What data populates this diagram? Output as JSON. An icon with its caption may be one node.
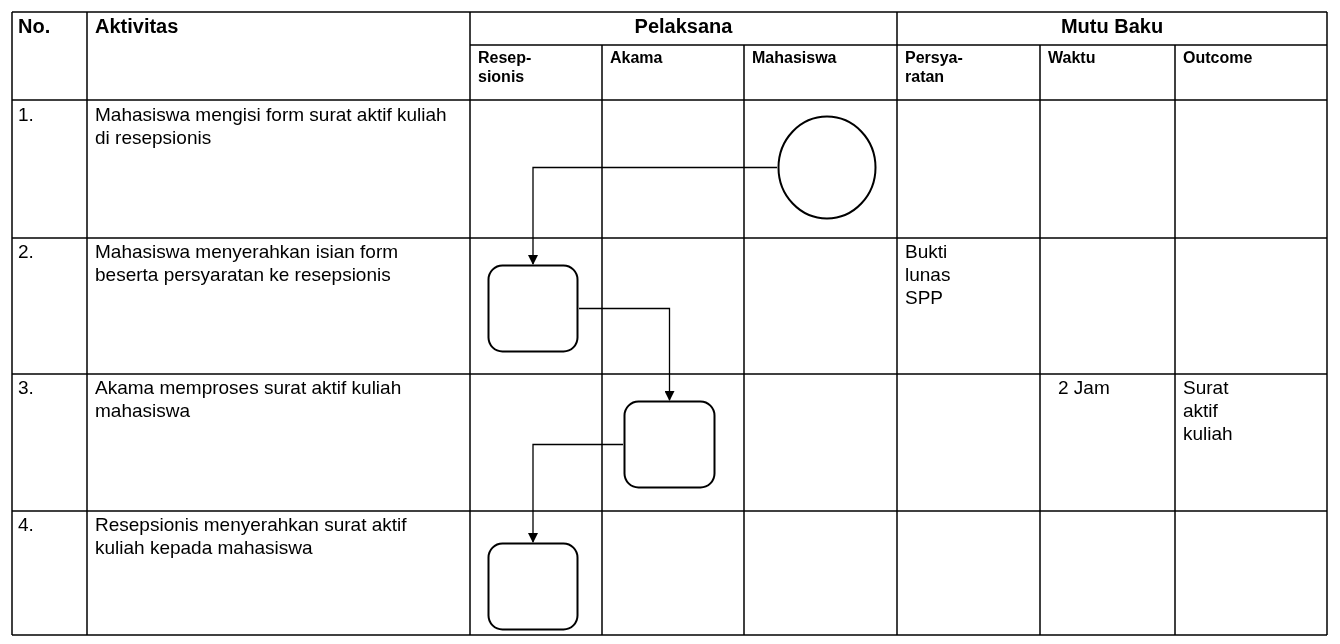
{
  "diagram": {
    "nodes": [
      {
        "text": [],
        "shape": "circle"
      },
      {
        "text": [],
        "shape": "box"
      },
      {
        "text": [],
        "shape": "box"
      },
      {
        "text": [],
        "shape": "box"
      }
    ],
    "edges": [
      {
        "from": 0,
        "to": 1,
        "arrow": "to"
      },
      {
        "from": 1,
        "to": 2,
        "arrow": "to"
      },
      {
        "from": 2,
        "to": 3,
        "arrow": "to"
      }
    ],
    "labels": [
      "No.",
      "Aktivitas",
      "Pelaksana",
      "Mutu Baku",
      "Resep- sionis",
      "Akama",
      "Mahasiswa",
      "Persya- ratan",
      "Waktu",
      "Outcome",
      "1.",
      "Mahasiswa mengisi form surat aktif kuliah di resepsionis",
      "2.",
      "Mahasiswa menyerahkan isian form beserta persyaratan ke resepsionis",
      "Bukti lunas SPP",
      "3.",
      "Akama memproses surat aktif kuliah mahasiswa",
      "2 Jam",
      "Surat aktif kuliah",
      "4.",
      "Resepsionis menyerahkan surat aktif kuliah kepada mahasiswa"
    ]
  }
}
